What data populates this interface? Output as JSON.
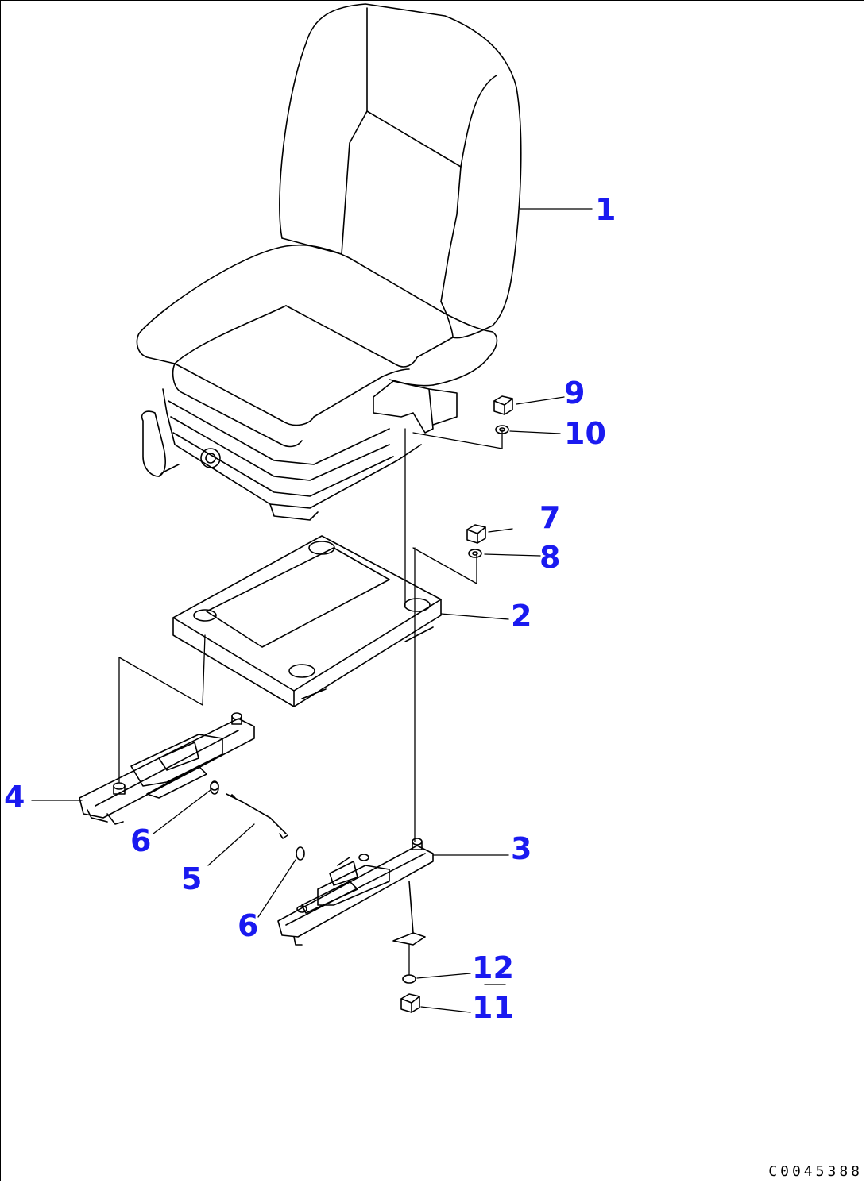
{
  "callouts": {
    "c1": "1",
    "c2": "2",
    "c3": "3",
    "c4": "4",
    "c5": "5",
    "c6a": "6",
    "c6b": "6",
    "c7": "7",
    "c8": "8",
    "c9": "9",
    "c10": "10",
    "c11": "11",
    "c12": "12"
  },
  "drawing_code": "C0045388",
  "colors": {
    "callout": "#1a1af0",
    "linework": "#000000",
    "background": "#ffffff"
  }
}
